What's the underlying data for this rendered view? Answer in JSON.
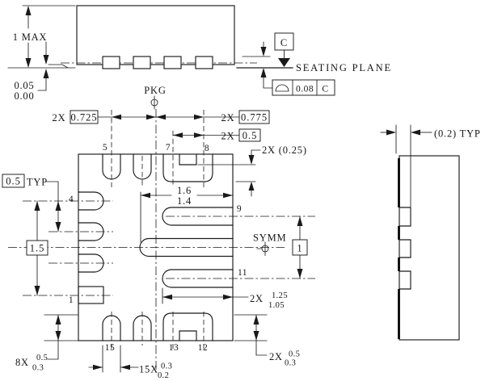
{
  "front_view": {
    "max_height": "1 MAX",
    "standoff_max": "0.05",
    "standoff_min": "0.00",
    "datum": "C",
    "seating_plane": "SEATING PLANE",
    "flatness": {
      "tolerance": "0.08",
      "datum": "C"
    }
  },
  "plan_view": {
    "pkg_label": "PKG",
    "symm_label": "SYMM",
    "pins": {
      "p1": "1",
      "p4": "4",
      "p5": "5",
      "p7": "7",
      "p8": "8",
      "p9": "9",
      "p11": "11",
      "p12": "12",
      "p13": "13",
      "p15": "15"
    },
    "dims": {
      "pitch_left_qty": "2X",
      "pitch_left": "0.725",
      "pitch_right_qty": "2X",
      "pitch_right": "0.775",
      "pitch_top_qty": "2X",
      "pitch_top": "0.5",
      "notch_depth": "2X (0.25)",
      "pitch_typ": "0.5",
      "pitch_typ_suffix": "TYP",
      "span_left": "1.5",
      "slot10_max": "1.6",
      "slot10_min": "1.4",
      "span_right": "1",
      "slot_qty": "2X",
      "slot_max": "1.25",
      "slot_min": "1.05",
      "pad_right_qty": "2X",
      "pad_right_max": "0.5",
      "pad_right_min": "0.3",
      "pad_left_qty": "8X",
      "pad_left_max": "0.5",
      "pad_left_min": "0.3",
      "lead_width_qty": "15X",
      "lead_width_max": "0.3",
      "lead_width_min": "0.2"
    }
  },
  "side_view": {
    "lead_thickness": "(0.2) TYP"
  }
}
